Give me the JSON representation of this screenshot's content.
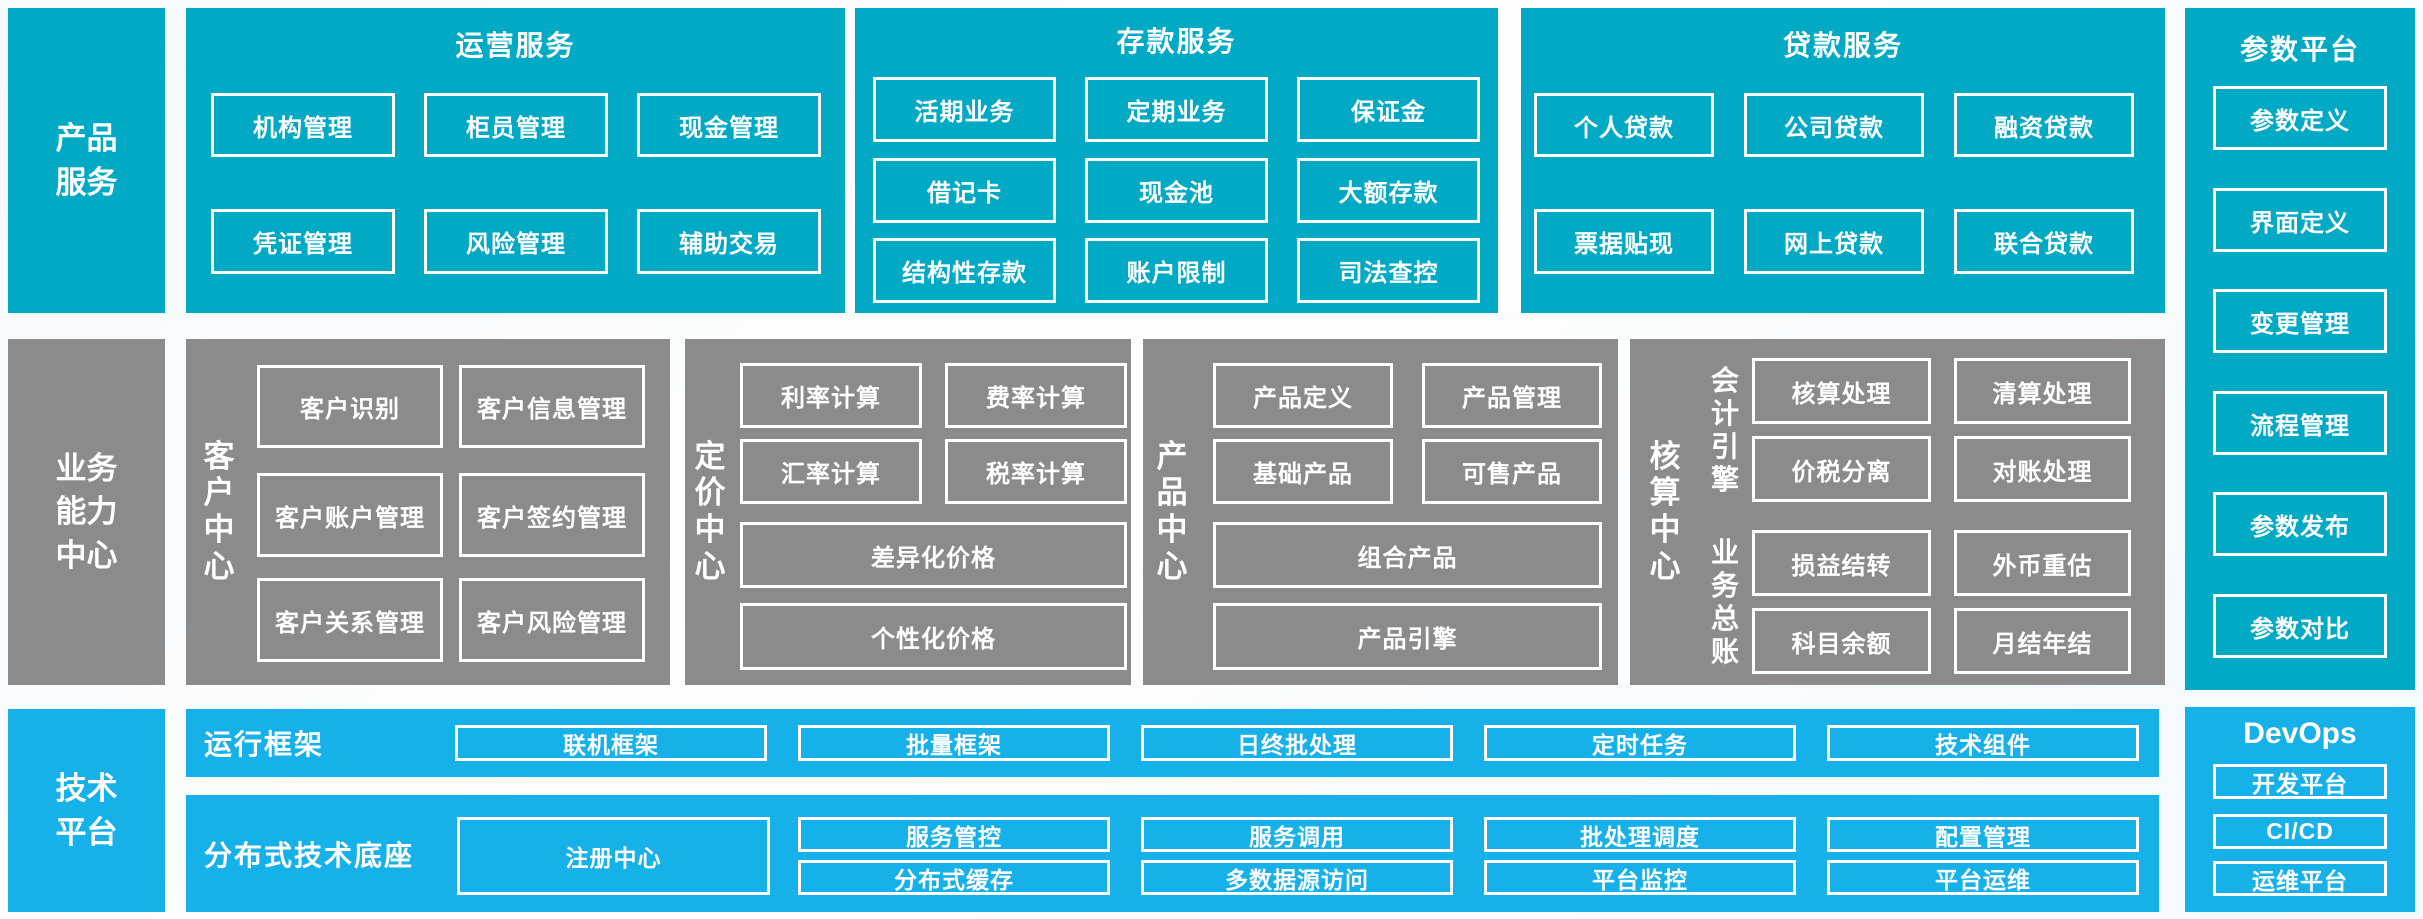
{
  "colors": {
    "cyan": "#00a9c4",
    "gray": "#8b8b8b",
    "blue": "#17b1e9",
    "background": "#fbfdff",
    "box_border": "#ffffff"
  },
  "sidebar": {
    "product_label": [
      "产品",
      "服务"
    ],
    "business_label": [
      "业务",
      "能力",
      "中心"
    ],
    "tech_label": [
      "技术",
      "平台"
    ]
  },
  "product_row": {
    "panels": [
      {
        "title": "运营服务",
        "items": [
          "机构管理",
          "柜员管理",
          "现金管理",
          "凭证管理",
          "风险管理",
          "辅助交易"
        ]
      },
      {
        "title": "存款服务",
        "items": [
          "活期业务",
          "定期业务",
          "保证金",
          "借记卡",
          "现金池",
          "大额存款",
          "结构性存款",
          "账户限制",
          "司法查控"
        ]
      },
      {
        "title": "贷款服务",
        "items": [
          "个人贷款",
          "公司贷款",
          "融资贷款",
          "票据贴现",
          "网上贷款",
          "联合贷款"
        ]
      }
    ]
  },
  "param_platform": {
    "title": "参数平台",
    "items": [
      "参数定义",
      "界面定义",
      "变更管理",
      "流程管理",
      "参数发布",
      "参数对比"
    ]
  },
  "business_row": {
    "customer_center": {
      "label": "客户中心",
      "items": [
        "客户识别",
        "客户信息管理",
        "客户账户管理",
        "客户签约管理",
        "客户关系管理",
        "客户风险管理"
      ]
    },
    "pricing_center": {
      "label": "定价中心",
      "items": [
        "利率计算",
        "费率计算",
        "汇率计算",
        "税率计算"
      ],
      "wide_items": [
        "差异化价格",
        "个性化价格"
      ]
    },
    "product_center": {
      "label": "产品中心",
      "items": [
        "产品定义",
        "产品管理",
        "基础产品",
        "可售产品"
      ],
      "wide_items": [
        "组合产品",
        "产品引擎"
      ]
    },
    "accounting_center": {
      "label": "核算中心",
      "groups": [
        {
          "label": "会计引擎",
          "items": [
            "核算处理",
            "清算处理",
            "价税分离",
            "对账处理"
          ]
        },
        {
          "label": "业务总账",
          "items": [
            "损益结转",
            "外币重估",
            "科目余额",
            "月结年结"
          ]
        }
      ]
    }
  },
  "tech_row": {
    "runtime": {
      "label": "运行框架",
      "items": [
        "联机框架",
        "批量框架",
        "日终批处理",
        "定时任务",
        "技术组件"
      ]
    },
    "distributed": {
      "label": "分布式技术底座",
      "registry": "注册中心",
      "items": [
        "服务管控",
        "分布式缓存",
        "服务调用",
        "多数据源访问",
        "批处理调度",
        "平台监控",
        "配置管理",
        "平台运维"
      ]
    }
  },
  "devops": {
    "title": "DevOps",
    "items": [
      "开发平台",
      "CI/CD",
      "运维平台"
    ]
  }
}
